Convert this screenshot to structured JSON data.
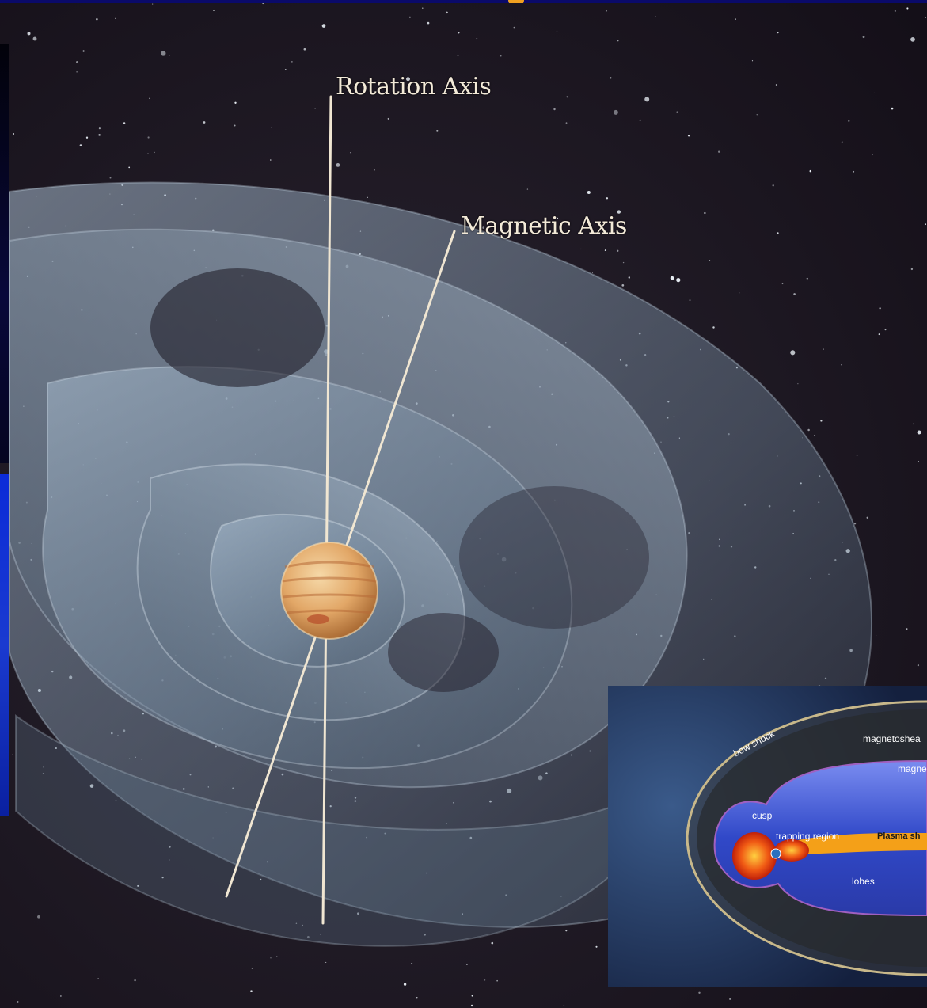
{
  "figure": {
    "rotation_axis_label": "Rotation Axis",
    "magnetic_axis_label": "Magnetic Axis"
  },
  "inset": {
    "labels": {
      "bow_shock": "bow shock",
      "magnetosheath": "magnetoshea",
      "magnetopause": "magne",
      "cusp": "cusp",
      "trapping_region": "trapping region",
      "plasma_sheet": "Plasma sh",
      "lobes": "lobes"
    }
  },
  "colors": {
    "space_background": "#1f1a26",
    "field_lines": "#8fa6bd",
    "planet": "#e0a060",
    "axis_lines": "#f0e6d2",
    "accent_top": "#f0a020"
  }
}
